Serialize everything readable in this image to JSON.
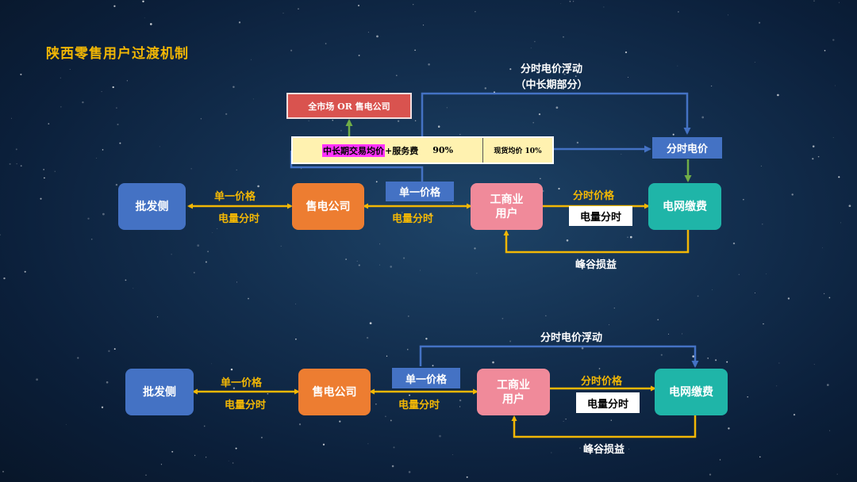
{
  "title": "陕西零售用户过渡机制",
  "top_diagram": {
    "float_label_line1": "分时电价浮动",
    "float_label_line2": "（中长期部分）",
    "market_box": "全市场 OR 售电公司",
    "bar_highlight": "中长期交易均价",
    "bar_rest": "+服务费",
    "bar_percent": "90%",
    "bar_right": "现货均价 10%",
    "tou_price_box": "分时电价",
    "nodes": {
      "wholesale": "批发侧",
      "retailer": "售电公司",
      "user_line1": "工商业",
      "user_line2": "用户",
      "grid": "电网缴费"
    },
    "labels": {
      "single_price": "单一价格",
      "split_time_power": "电量分时",
      "single_price_tag": "单一价格",
      "split_time_power2": "电量分时",
      "tou_price": "分时价格",
      "split_time_power_tag": "电量分时",
      "peak_valley": "峰谷损益"
    }
  },
  "bottom_diagram": {
    "float_label": "分时电价浮动",
    "nodes": {
      "wholesale": "批发侧",
      "retailer": "售电公司",
      "user_line1": "工商业",
      "user_line2": "用户",
      "grid": "电网缴费"
    },
    "labels": {
      "single_price": "单一价格",
      "split_time_power": "电量分时",
      "single_price_tag": "单一价格",
      "split_time_power2": "电量分时",
      "tou_price": "分时价格",
      "split_time_power_tag": "电量分时",
      "peak_valley": "峰谷损益"
    }
  },
  "colors": {
    "background": "#0f2a48",
    "title": "#f2b705",
    "node_blue": "#4472c4",
    "node_orange": "#ed7d31",
    "node_pink": "#f08a9a",
    "node_teal": "#1fb5a8",
    "arrow_yellow": "#f2b705",
    "arrow_blue": "#4472c4",
    "arrow_green": "#70ad47"
  }
}
